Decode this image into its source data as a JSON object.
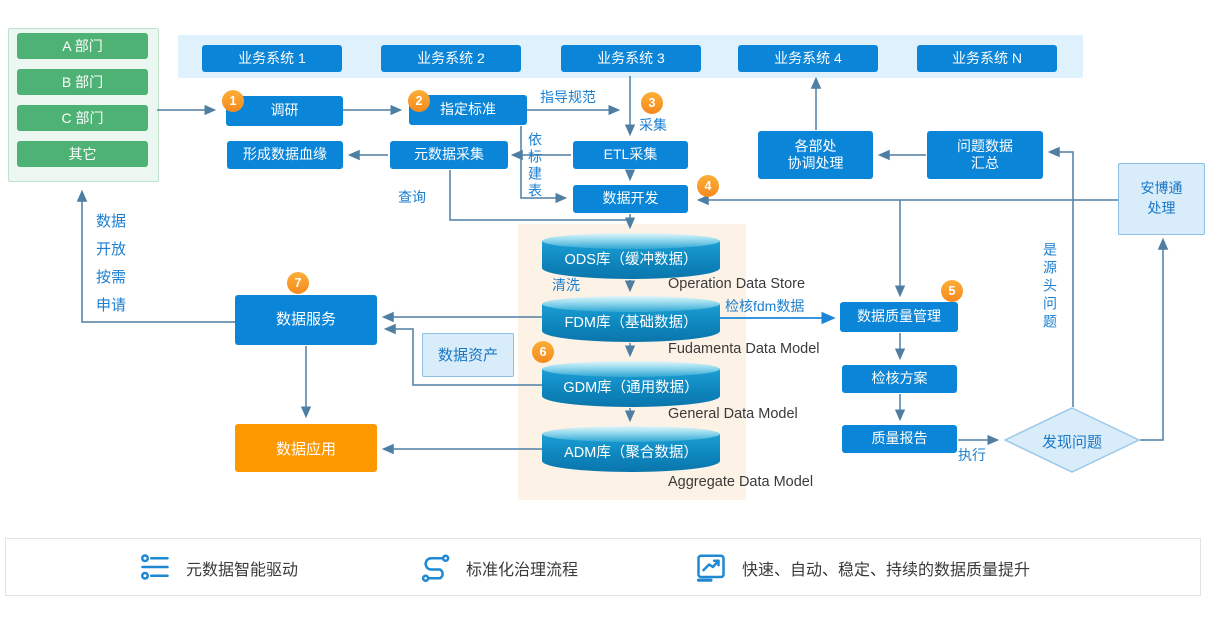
{
  "colors": {
    "box_blue": "#0a85d8",
    "badge_orange": "#f68a1e",
    "green": "#4db273",
    "accent_text": "#1b7fd0",
    "line": "#4e7fa3",
    "bright_line": "#1b86d8",
    "orange_box": "#fd9800",
    "light_blue_fill": "#d9ecf9",
    "cream": "#fcf2e6"
  },
  "departments": [
    "A 部门",
    "B 部门",
    "C 部门",
    "其它"
  ],
  "systems": [
    "业务系统 1",
    "业务系统 2",
    "业务系统 3",
    "业务系统 4",
    "业务系统 N"
  ],
  "badges": [
    "1",
    "2",
    "3",
    "4",
    "5",
    "6",
    "7"
  ],
  "nodes": {
    "survey": "调研",
    "standard": "指定标准",
    "lineage": "形成数据血缘",
    "meta_collect": "元数据采集",
    "etl": "ETL采集",
    "data_dev": "数据开发",
    "dept_coord_l1": "各部处",
    "dept_coord_l2": "协调处理",
    "issue_sum_l1": "问题数据",
    "issue_sum_l2": "汇总",
    "anbotong_l1": "安博通",
    "anbotong_l2": "处理",
    "data_service": "数据服务",
    "data_asset": "数据资产",
    "data_app": "数据应用",
    "dq_mgmt": "数据质量管理",
    "check_plan": "检核方案",
    "quality_report": "质量报告",
    "found_issue": "发现问题"
  },
  "cylinders": [
    {
      "label": "ODS库（缓冲数据）",
      "sublabel": "Operation Data Store"
    },
    {
      "label": "FDM库（基础数据）",
      "sublabel": "Fudamenta Data Model"
    },
    {
      "label": "GDM库（通用数据）",
      "sublabel": "General Data Model"
    },
    {
      "label": "ADM库（聚合数据）",
      "sublabel": "Aggregate Data Model"
    }
  ],
  "edge_labels": {
    "guide": "指导规范",
    "collect": "采集",
    "build_table": "依标建表",
    "query": "查询",
    "clean": "清洗",
    "check_fdm": "检核fdm数据",
    "execute": "执行",
    "source_issue": "是源头问题",
    "open_request": "数据开放按需申请"
  },
  "legend": [
    {
      "icon": "metadata-list-icon",
      "label": "元数据智能驱动"
    },
    {
      "icon": "flow-route-icon",
      "label": "标准化治理流程"
    },
    {
      "icon": "trend-chart-icon",
      "label": "快速、自动、稳定、持续的数据质量提升"
    }
  ]
}
